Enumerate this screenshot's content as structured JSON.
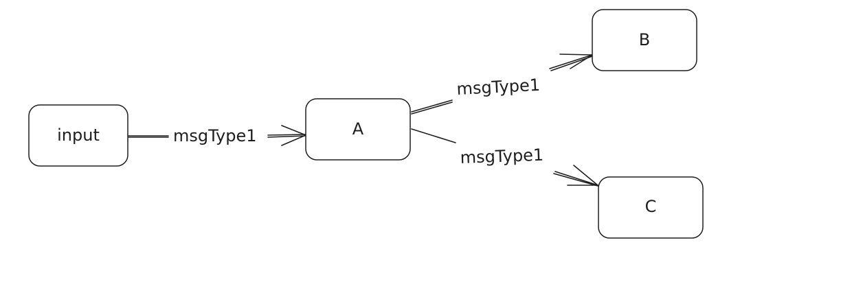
{
  "nodes": {
    "input": "input",
    "a": "A",
    "b": "B",
    "c": "C"
  },
  "edges": {
    "input_to_a": "msgType1",
    "a_to_b": "msgType1",
    "a_to_c": "msgType1"
  }
}
